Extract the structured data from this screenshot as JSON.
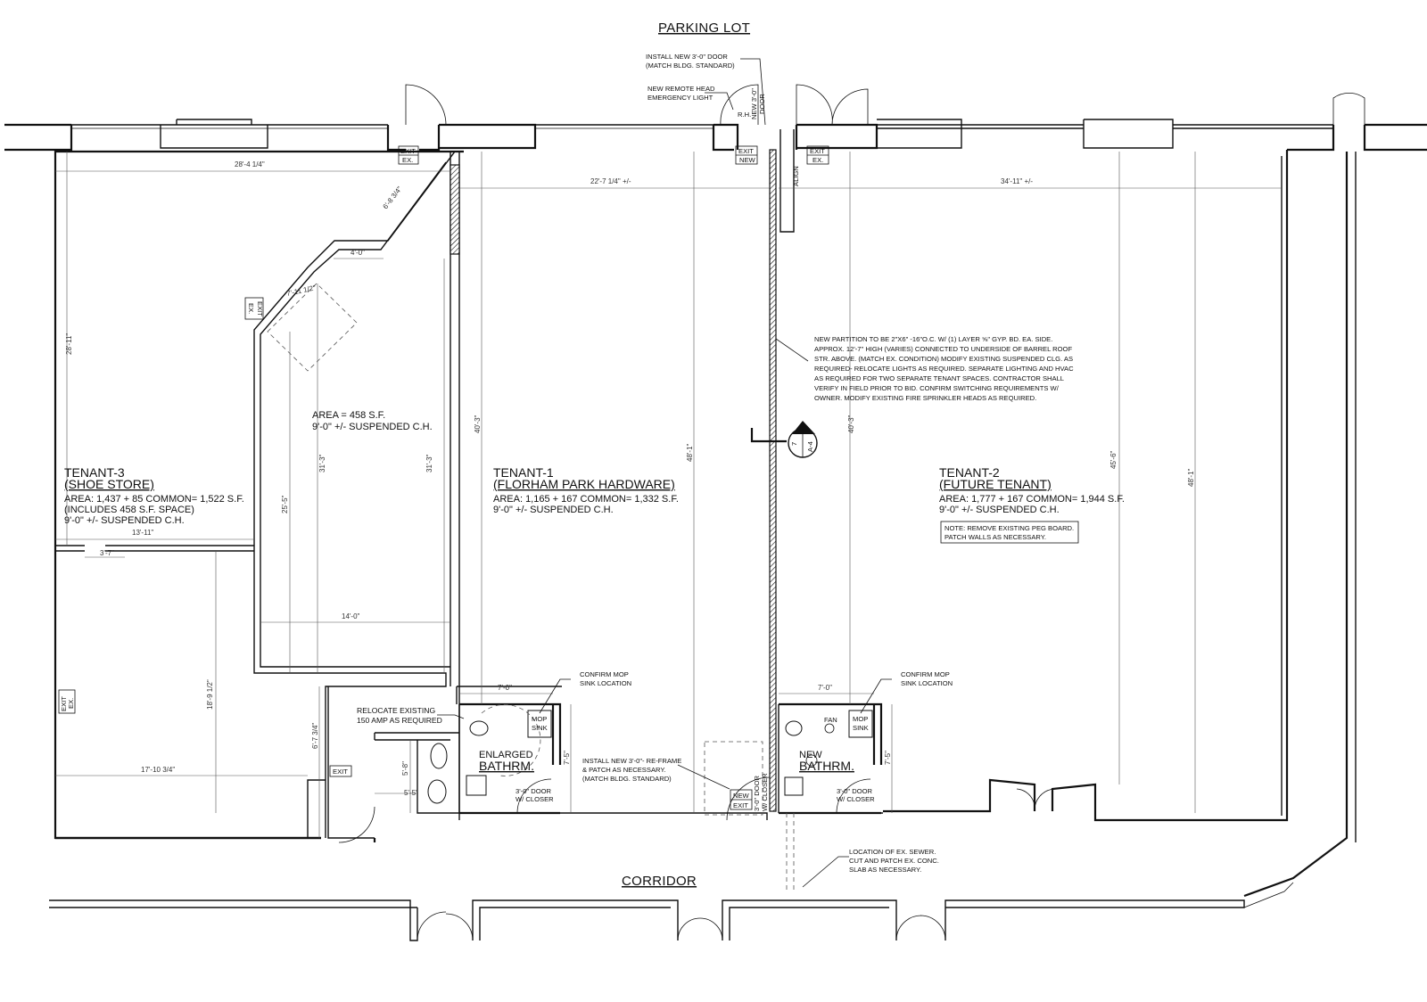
{
  "labels": {
    "parking_lot": "PARKING LOT",
    "corridor": "CORRIDOR"
  },
  "tenant3": {
    "name": "TENANT-3",
    "use": "(SHOE STORE)",
    "area": "AREA: 1,437 + 85 COMMON= 1,522 S.F.",
    "includes": "(INCLUDES 458 S.F. SPACE)",
    "ceiling": "9'-0\" +/- SUSPENDED C.H."
  },
  "sub_space": {
    "area": "AREA = 458 S.F.",
    "ceiling": "9'-0\" +/- SUSPENDED C.H."
  },
  "tenant1": {
    "name": "TENANT-1",
    "use": "(FLORHAM PARK HARDWARE)",
    "area": "AREA: 1,165 + 167 COMMON= 1,332 S.F.",
    "ceiling": "9'-0\" +/- SUSPENDED C.H."
  },
  "tenant2": {
    "name": "TENANT-2",
    "use": "(FUTURE TENANT)",
    "area": "AREA: 1,777 + 167 COMMON= 1,944 S.F.",
    "ceiling": "9'-0\" +/- SUSPENDED C.H.",
    "note_1": "NOTE: REMOVE EXISTING PEG BOARD.",
    "note_2": "PATCH WALLS AS NECESSARY."
  },
  "notes": {
    "install_door_1": "INSTALL NEW 3'-0\" DOOR",
    "install_door_2": "(MATCH BLDG. STANDARD)",
    "remote_head_1": "NEW REMOTE HEAD",
    "remote_head_2": "EMERGENCY LIGHT",
    "partition": [
      "NEW PARTITION TO BE 2\"X6\" -16\"O.C. W/ (1) LAYER ⅝\" GYP. BD. EA. SIDE.",
      "APPROX. 12'-7\" HIGH (VARIES) CONNECTED TO UNDERSIDE OF BARREL ROOF",
      "STR. ABOVE. (MATCH EX. CONDITION) MODIFY EXISTING SUSPENDED CLG. AS",
      "REQUIRED- RELOCATE LIGHTS AS REQUIRED. SEPARATE LIGHTING AND HVAC",
      "AS REQUIRED FOR TWO SEPARATE TENANT SPACES. CONTRACTOR SHALL",
      "VERIFY IN FIELD PRIOR TO BID. CONFIRM SWITCHING REQUIREMENTS W/",
      "OWNER. MODIFY EXISTING FIRE SPRINKLER HEADS AS REQUIRED."
    ],
    "confirm_mop_1": "CONFIRM MOP",
    "confirm_mop_2": "SINK LOCATION",
    "relocate_1": "RELOCATE EXISTING",
    "relocate_2": "150 AMP AS REQUIRED",
    "reframe_1": "INSTALL NEW 3'-0\"- RE-FRAME",
    "reframe_2": "& PATCH AS NECESSARY.",
    "reframe_3": "(MATCH BLDG. STANDARD)",
    "sewer_1": "LOCATION OF EX. SEWER.",
    "sewer_2": "CUT AND PATCH EX. CONC.",
    "sewer_3": "SLAB AS NECESSARY."
  },
  "rooms": {
    "enlarged": "ENLARGED",
    "new": "NEW",
    "bathrm": "BATHRM.",
    "mop": "MOP",
    "sink": "SINK",
    "fan": "FAN",
    "door_closer_1": "3'-0\" DOOR",
    "door_closer_2": "W/ CLOSER",
    "rh": "R.H.",
    "new_door_1": "NEW 3'-0\"",
    "new_door_2": "DOOR",
    "door_vert_1": "3'-0\" DOOR",
    "door_vert_2": "W/ CLOSER"
  },
  "tags": {
    "exit": "EXIT",
    "ex": "EX.",
    "new": "NEW",
    "align": "ALIGN"
  },
  "section": {
    "num": "7",
    "sheet": "A-4"
  },
  "dims": {
    "d_28_4": "28'-4 1/4\"",
    "d_22_7": "22'-7 1/4\" +/-",
    "d_34_11": "34'-11\" +/-",
    "d_6_8": "6'-8 3/4\"",
    "d_4_0": "4'-0\"",
    "d_7_11": "7'-11 1/2\"",
    "d_28_11": "28'-11\"",
    "d_31_3a": "31'-3\"",
    "d_31_3b": "31'-3\"",
    "d_25_5": "25'-5\"",
    "d_40_3a": "40'-3\"",
    "d_48_1a": "48'-1\"",
    "d_40_3b": "40'-3\"",
    "d_45_6": "45'-6\"",
    "d_48_1b": "48'-1\"",
    "d_13_11": "13'-11\"",
    "d_3_7": "3'-7\"",
    "d_14_0": "14'-0\"",
    "d_18_9": "18'-9 1/2\"",
    "d_6_7": "6'-7 3/4\"",
    "d_17_10": "17'-10 3/4\"",
    "d_5_8": "5'-8\"",
    "d_5_5": "5'-5\"",
    "d_7_0a": "7'-0\"",
    "d_7_5a": "7'-5\"",
    "d_7_0b": "7'-0\"",
    "d_7_5b": "7'-5\""
  }
}
